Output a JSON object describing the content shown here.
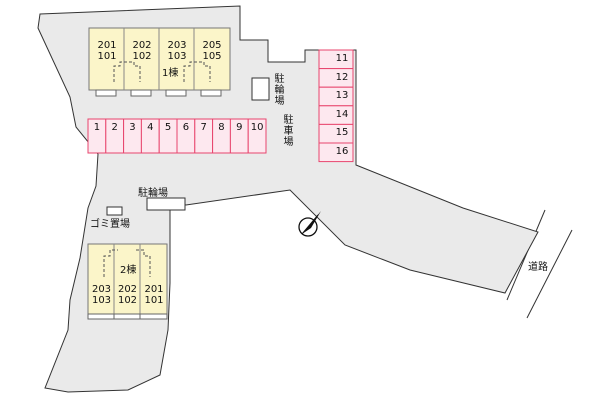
{
  "building1": {
    "label": "1棟",
    "units": [
      {
        "top": "201",
        "bottom": "101"
      },
      {
        "top": "202",
        "bottom": "102"
      },
      {
        "top": "203",
        "bottom": "103"
      },
      {
        "top": "205",
        "bottom": "105"
      }
    ]
  },
  "building2": {
    "label": "2棟",
    "units": [
      {
        "top": "203",
        "bottom": "103"
      },
      {
        "top": "202",
        "bottom": "102"
      },
      {
        "top": "201",
        "bottom": "101"
      }
    ]
  },
  "parking_row": [
    "1",
    "2",
    "3",
    "4",
    "5",
    "6",
    "7",
    "8",
    "9",
    "10"
  ],
  "parking_col": [
    "11",
    "12",
    "13",
    "14",
    "15",
    "16"
  ],
  "labels": {
    "bicycle_parking_1": "駐輪場",
    "bicycle_parking_2": "駐輪場",
    "parking_lot": "駐車場",
    "garbage": "ゴミ置場",
    "road": "道路"
  },
  "colors": {
    "lot": "#eaeaea",
    "building": "#fbf5c9",
    "parking_fill": "#fde8ef",
    "parking_border": "#e8456e"
  },
  "compass_icon": "north-arrow-icon"
}
